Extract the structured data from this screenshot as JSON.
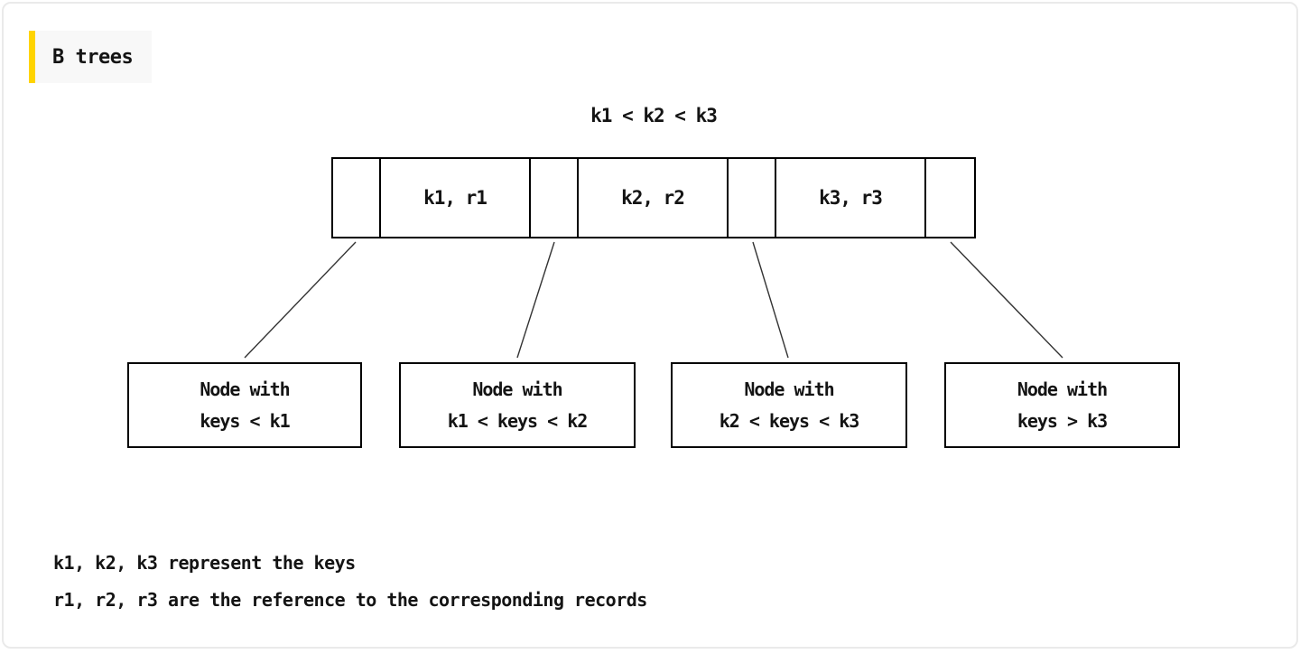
{
  "window": {
    "title_label": "B trees"
  },
  "diagram": {
    "heading": "k1 < k2 < k3",
    "root_node": {
      "cells": [
        "",
        "k1, r1",
        "",
        "k2, r2",
        "",
        "k3, r3",
        ""
      ]
    },
    "child_nodes": [
      {
        "line1": "Node with",
        "line2": "keys < k1"
      },
      {
        "line1": "Node with",
        "line2": "k1 < keys < k2"
      },
      {
        "line1": "Node with",
        "line2": "k2 < keys < k3"
      },
      {
        "line1": "Node with",
        "line2": "keys > k3"
      }
    ],
    "notes": [
      "k1, k2, k3 represent the keys",
      "r1, r2, r3 are the reference to the corresponding records"
    ]
  },
  "colors": {
    "accent_yellow": "#FFD400",
    "title_bg": "#F8F8F8",
    "box_border": "#000000",
    "connector_line": "#333333",
    "page_border": "#EAEAEA"
  }
}
